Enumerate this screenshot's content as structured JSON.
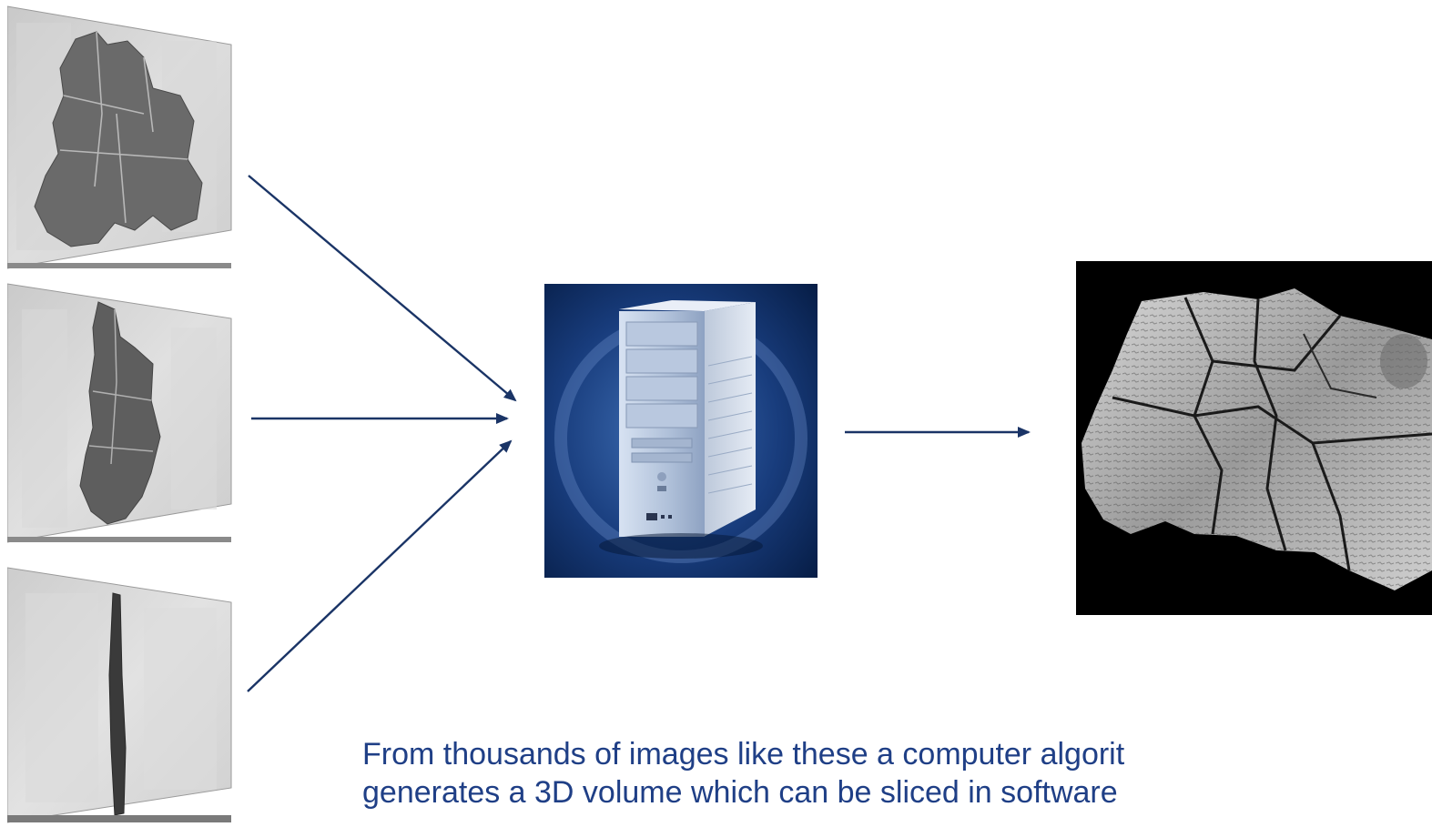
{
  "figure": {
    "inputs": [
      {
        "name": "xray-projection-front",
        "view": "front"
      },
      {
        "name": "xray-projection-angled",
        "view": "angled"
      },
      {
        "name": "xray-projection-edge",
        "view": "edge-on"
      }
    ],
    "processor": {
      "name": "computer-tower"
    },
    "output": {
      "name": "reconstructed-slice"
    }
  },
  "caption": {
    "line1": "From thousands of images like these a computer algorit",
    "line2": "generates a 3D volume which can be sliced in software"
  },
  "colors": {
    "arrow": "#1a3466",
    "caption_text": "#1f3f86",
    "xray_background": "#cfcfcf",
    "fragment": "#5a5a5a",
    "computer_bg": "#0d2a5c",
    "slice_bg": "#000000"
  }
}
